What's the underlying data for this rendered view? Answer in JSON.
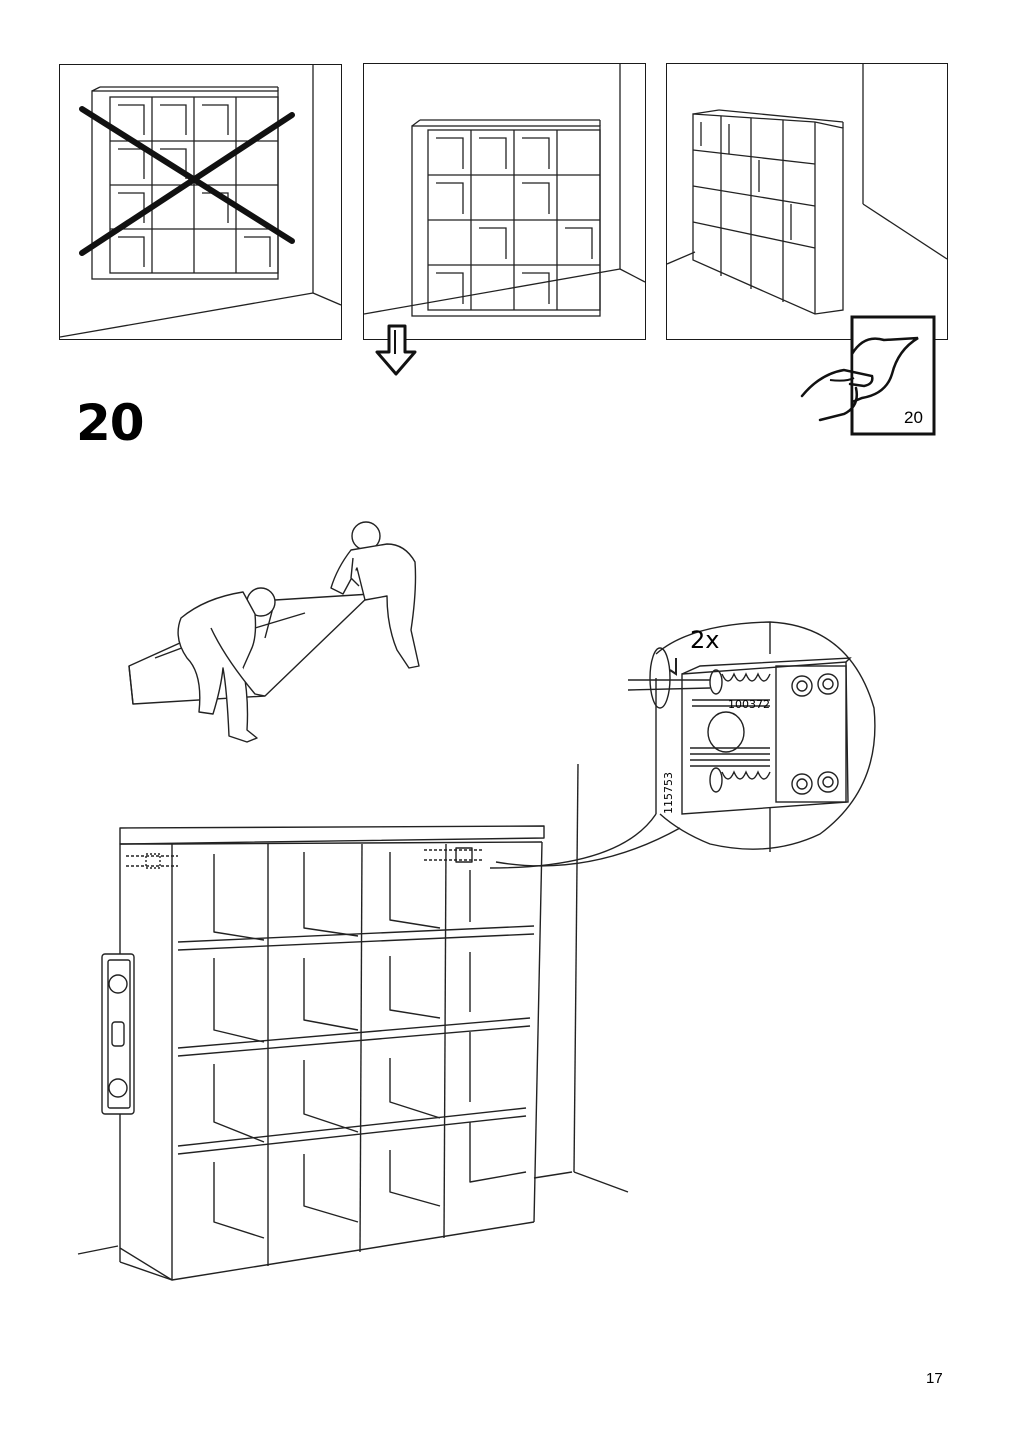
{
  "step": {
    "number": "20"
  },
  "reference": {
    "page_label": "20",
    "icon": "turn-page-hand-icon"
  },
  "detail": {
    "quantity": "2x",
    "screw_code": "100372",
    "fitting_code": "115753"
  },
  "panels": [
    {
      "name": "incorrect-placement",
      "icon": "cross-mark-icon"
    },
    {
      "name": "correct-placement"
    },
    {
      "name": "corner-placement"
    }
  ],
  "page": {
    "number": "17"
  }
}
